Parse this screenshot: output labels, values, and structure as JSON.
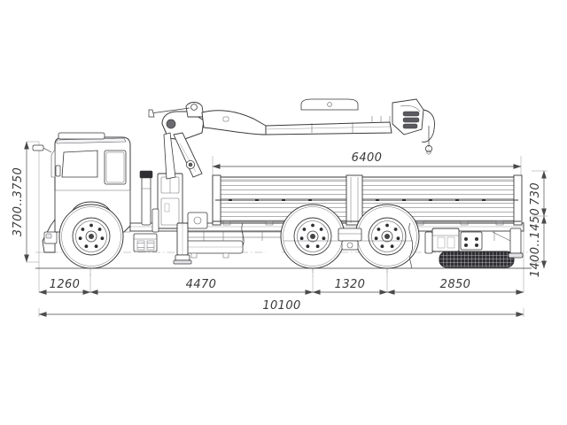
{
  "drawing": {
    "title": "KAMAZ chassis truck with knuckle-boom crane — side elevation",
    "subject": "flatbed-truck-with-loader-crane",
    "view": "side-elevation",
    "units": "mm",
    "background_color": "#ffffff",
    "line_color": "#3a3a3a",
    "dimension_color": "#4a4a4a",
    "centerline_color": "#8c8c96"
  },
  "dimensions": {
    "height_overall": {
      "label": "3700..3750",
      "placement": "left",
      "orientation": "vertical",
      "measures": "overall vehicle height"
    },
    "platform_length": {
      "label": "6400",
      "placement": "top",
      "orientation": "horizontal",
      "measures": "cargo platform length"
    },
    "side_board_height": {
      "label": "730",
      "placement": "right",
      "orientation": "vertical",
      "measures": "cargo side board height"
    },
    "platform_floor_height": {
      "label": "1400..1450",
      "placement": "right",
      "orientation": "vertical",
      "measures": "platform floor height from ground"
    },
    "chain": [
      {
        "label": "1260",
        "measures": "front overhang"
      },
      {
        "label": "4470",
        "measures": "front axle to rear bogie"
      },
      {
        "label": "1320",
        "measures": "rear bogie axle spacing"
      },
      {
        "label": "2850",
        "measures": "rear overhang"
      }
    ],
    "overall_length": {
      "label": "10100",
      "placement": "bottom",
      "measures": "overall vehicle length"
    }
  },
  "components": {
    "cab": "truck-cab",
    "crane": "knuckle-boom-crane",
    "boom": "telescopic-boom",
    "hook": "crane-hook-assembly",
    "platform": "flatbed-cargo-platform",
    "side_panels": "ribbed-drop-side-boards",
    "front_axle": "front-wheel",
    "rear_axles": "tandem-rear-bogie",
    "outrigger": "crane-outrigger-leg",
    "rear_unit": "rear-mounted-equipment"
  }
}
